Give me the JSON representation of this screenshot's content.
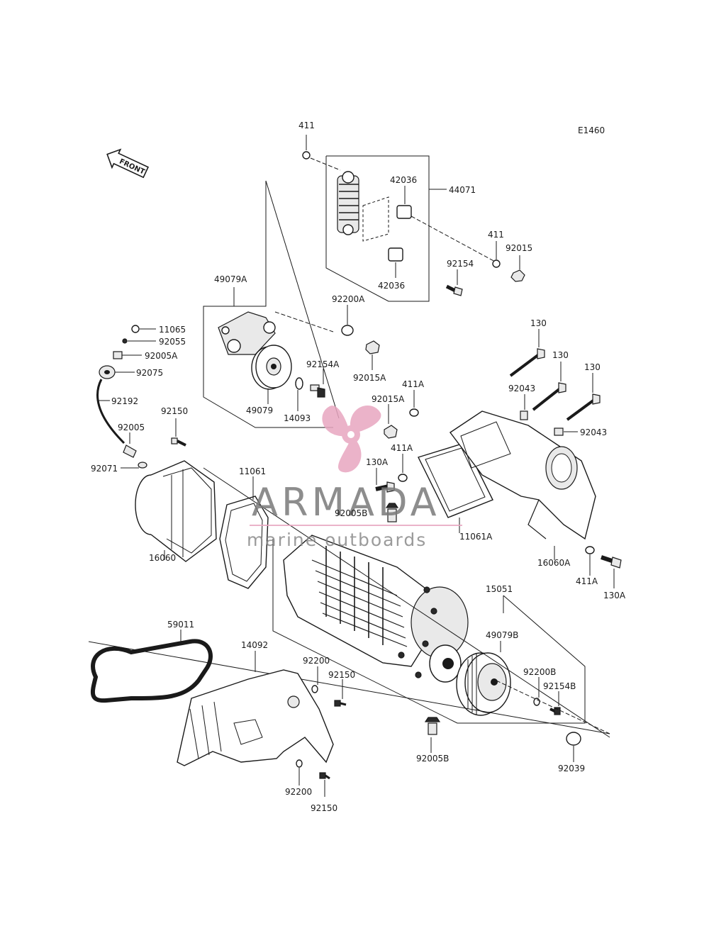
{
  "diagram": {
    "code": "E1460",
    "front_label": "FRONT",
    "part_numbers": {
      "p411a": "411",
      "p42036a": "42036",
      "p44071": "44071",
      "p411b": "411",
      "p92015": "92015",
      "p92154": "92154",
      "p42036b": "42036",
      "p49079A": "49079A",
      "p92200A": "92200A",
      "p11065": "11065",
      "p92055": "92055",
      "p92005A": "92005A",
      "p92075": "92075",
      "p92015A1": "92015A",
      "p92154A": "92154A",
      "p49079": "49079",
      "p14093": "14093",
      "p92015A2": "92015A",
      "p411A1": "411A",
      "p130a": "130",
      "p130b": "130",
      "p130c": "130",
      "p92043a": "92043",
      "p92043b": "92043",
      "p92192": "92192",
      "p92150a": "92150",
      "p92005": "92005",
      "p92071": "92071",
      "p130A1": "130A",
      "p411A2": "411A",
      "p11061": "11061",
      "p92005B1": "92005B",
      "p11061A": "11061A",
      "p16060": "16060",
      "p16060A": "16060A",
      "p411A3": "411A",
      "p130A2": "130A",
      "p15051": "15051",
      "p59011": "59011",
      "p14092": "14092",
      "p92200a": "92200",
      "p92150b": "92150",
      "p49079B": "49079B",
      "p92200B": "92200B",
      "p92154B": "92154B",
      "p92005B2": "92005B",
      "p92039": "92039",
      "p92200b": "92200",
      "p92150c": "92150"
    }
  },
  "watermark": {
    "brand": "ARMADA",
    "tagline": "marine outboards",
    "accent_color": "#e8a6c0",
    "text_color": "#7a7a7a"
  }
}
